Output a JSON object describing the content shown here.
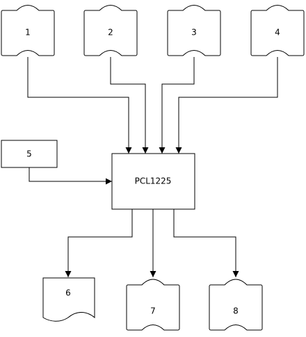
{
  "diagram": {
    "nodes": [
      {
        "id": "n1",
        "label": "1",
        "kind": "drum"
      },
      {
        "id": "n2",
        "label": "2",
        "kind": "drum"
      },
      {
        "id": "n3",
        "label": "3",
        "kind": "drum"
      },
      {
        "id": "n4",
        "label": "4",
        "kind": "drum"
      },
      {
        "id": "n5",
        "label": "5",
        "kind": "rect"
      },
      {
        "id": "proc",
        "label": "PCL1225",
        "kind": "rect"
      },
      {
        "id": "n6",
        "label": "6",
        "kind": "document"
      },
      {
        "id": "n7",
        "label": "7",
        "kind": "drum"
      },
      {
        "id": "n8",
        "label": "8",
        "kind": "drum"
      }
    ],
    "edges": [
      {
        "from": "n1",
        "to": "proc"
      },
      {
        "from": "n2",
        "to": "proc"
      },
      {
        "from": "n3",
        "to": "proc"
      },
      {
        "from": "n4",
        "to": "proc"
      },
      {
        "from": "n5",
        "to": "proc"
      },
      {
        "from": "proc",
        "to": "n6"
      },
      {
        "from": "proc",
        "to": "n7"
      },
      {
        "from": "proc",
        "to": "n8"
      }
    ]
  }
}
